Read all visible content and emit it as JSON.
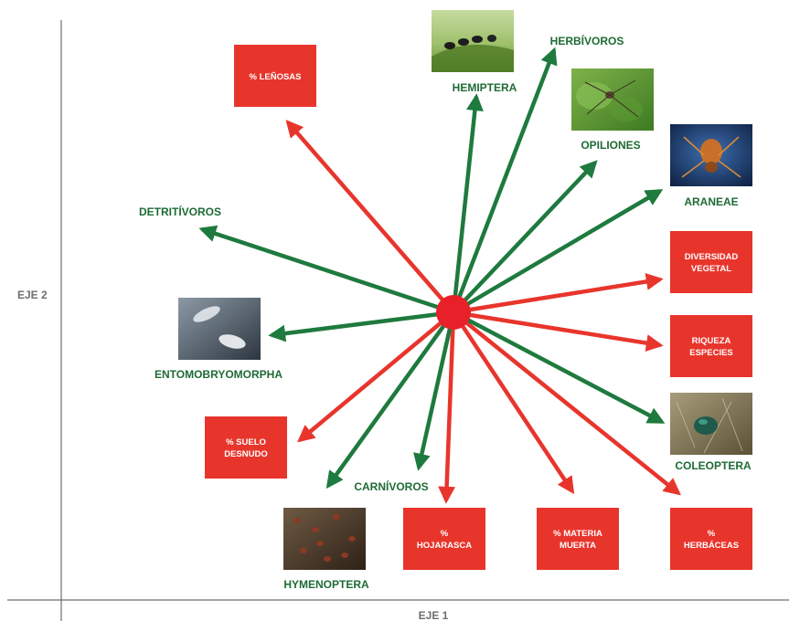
{
  "axes": {
    "x_label": "EJE 1",
    "y_label": "EJE 2"
  },
  "colors": {
    "variables": "#e8352c",
    "groups": "#1e7a3e",
    "group_text": "#1e6b35",
    "center": "#e8202a",
    "axis": "#6d6e71",
    "axis_text": "#6d6e71"
  },
  "variables": [
    {
      "id": "lenosas",
      "label": "% LEÑOSAS"
    },
    {
      "id": "div-veg",
      "label": "DIVERSIDAD VEGETAL"
    },
    {
      "id": "riqueza",
      "label": "RIQUEZA ESPECIES"
    },
    {
      "id": "suelo",
      "label": "% SUELO DESNUDO"
    },
    {
      "id": "hojarasca",
      "label": "% HOJARASCA"
    },
    {
      "id": "materia",
      "label": "% MATERIA MUERTA"
    },
    {
      "id": "herbaceas",
      "label": "% HERBÁCEAS"
    }
  ],
  "groups": [
    {
      "id": "herbivoros",
      "label": "HERBÍVOROS",
      "photo": ""
    },
    {
      "id": "hemiptera",
      "label": "HEMIPTERA",
      "photo": "aphids-photo"
    },
    {
      "id": "opiliones",
      "label": "OPILIONES",
      "photo": "harvestman-photo"
    },
    {
      "id": "araneae",
      "label": "ARANEAE",
      "photo": "spider-photo"
    },
    {
      "id": "detritivoros",
      "label": "DETRITÍVOROS",
      "photo": ""
    },
    {
      "id": "entomo",
      "label": "ENTOMOBRYOMORPHA",
      "photo": "springtail-photo"
    },
    {
      "id": "coleoptera",
      "label": "COLEOPTERA",
      "photo": "beetle-photo"
    },
    {
      "id": "carnivoros",
      "label": "CARNÍVOROS",
      "photo": ""
    },
    {
      "id": "hymenoptera",
      "label": "HYMENOPTERA",
      "photo": "ants-photo"
    }
  ]
}
